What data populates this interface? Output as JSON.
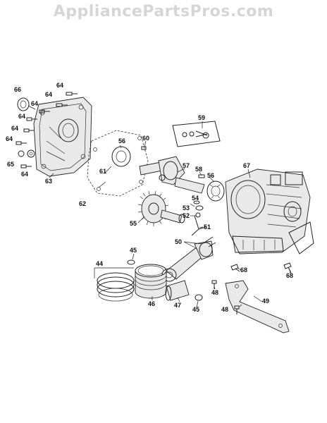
{
  "watermark": "AppliancePartsPros.com",
  "callouts": [
    {
      "id": "c44",
      "label": "44"
    },
    {
      "id": "c45a",
      "label": "45"
    },
    {
      "id": "c45b",
      "label": "45"
    },
    {
      "id": "c46",
      "label": "46"
    },
    {
      "id": "c47",
      "label": "47"
    },
    {
      "id": "c48a",
      "label": "48"
    },
    {
      "id": "c48b",
      "label": "48"
    },
    {
      "id": "c49",
      "label": "49"
    },
    {
      "id": "c50",
      "label": "50"
    },
    {
      "id": "c51",
      "label": "51"
    },
    {
      "id": "c52",
      "label": "52"
    },
    {
      "id": "c53",
      "label": "53"
    },
    {
      "id": "c54",
      "label": "54"
    },
    {
      "id": "c55",
      "label": "55"
    },
    {
      "id": "c56a",
      "label": "56"
    },
    {
      "id": "c56b",
      "label": "56"
    },
    {
      "id": "c57",
      "label": "57"
    },
    {
      "id": "c58",
      "label": "58"
    },
    {
      "id": "c59",
      "label": "59"
    },
    {
      "id": "c60",
      "label": "60"
    },
    {
      "id": "c61",
      "label": "61"
    },
    {
      "id": "c62",
      "label": "62"
    },
    {
      "id": "c63",
      "label": "63"
    },
    {
      "id": "c64a",
      "label": "64"
    },
    {
      "id": "c64b",
      "label": "64"
    },
    {
      "id": "c64c",
      "label": "64"
    },
    {
      "id": "c64d",
      "label": "64"
    },
    {
      "id": "c64e",
      "label": "64"
    },
    {
      "id": "c64f",
      "label": "64"
    },
    {
      "id": "c64g",
      "label": "64"
    },
    {
      "id": "c65",
      "label": "65"
    },
    {
      "id": "c66",
      "label": "66"
    },
    {
      "id": "c67",
      "label": "67"
    },
    {
      "id": "c68a",
      "label": "68"
    },
    {
      "id": "c68b",
      "label": "68"
    }
  ]
}
